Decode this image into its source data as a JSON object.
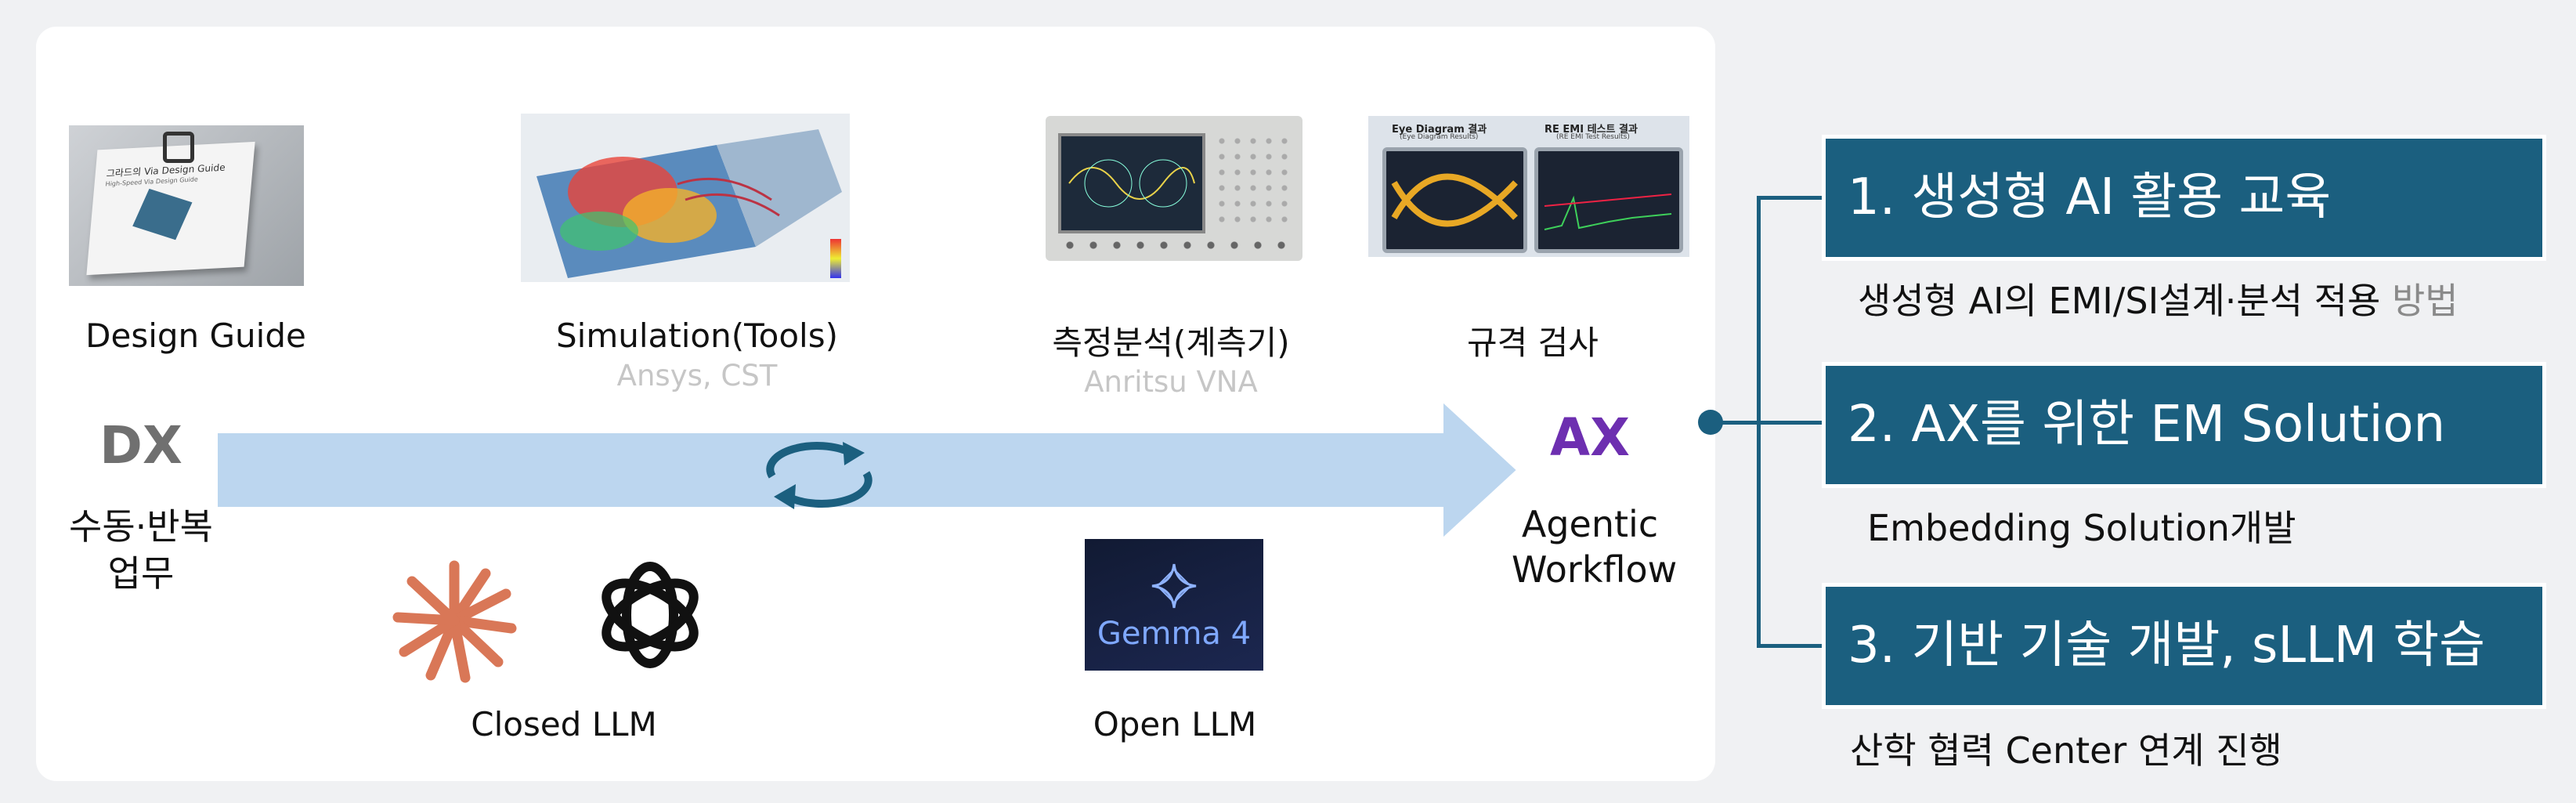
{
  "left": {
    "design_guide": "Design Guide",
    "simulation": "Simulation(Tools)",
    "simulation_sub": "Ansys, CST",
    "measurement": "측정분석(계측기)",
    "measurement_sub": "Anritsu VNA",
    "standard_test": "규격 검사",
    "dx": "DX",
    "dx_desc_1": "수동·반복",
    "dx_desc_2": "업무",
    "ax": "AX",
    "ax_desc_1": "Agentic",
    "ax_desc_2": "Workflow",
    "closed_llm": "Closed LLM",
    "open_llm": "Open LLM",
    "gemma_text": "Gemma 4",
    "guide_cover_title": "그라드의 Via Design Guide",
    "guide_cover_sub": "High-Speed Via Design Guide",
    "eye_title": "Eye Diagram 결과",
    "eye_sub": "(Eye Diagram Results)",
    "emi_title": "RE EMI 테스트 결과",
    "emi_sub": "(RE EMI Test Results)"
  },
  "right": {
    "items": [
      {
        "title": "1. 생성형 AI 활용 교육",
        "desc": "생성형 AI의 EMI/SI설계·분석 적용 ",
        "desc_tail": "방법"
      },
      {
        "title": "2. AX를 위한 EM Solution",
        "desc": "Embedding Solution개발",
        "desc_tail": ""
      },
      {
        "title": "3. 기반 기술 개발, sLLM 학습",
        "desc": "산학 협력 Center 연계 진행",
        "desc_tail": ""
      }
    ]
  },
  "colors": {
    "box_fill": "#1b5f7f",
    "arrow_fill": "#bcd6ef",
    "ax_purple": "#6d2fb0",
    "dx_gray": "#707070",
    "claude_orange": "#d97757"
  }
}
